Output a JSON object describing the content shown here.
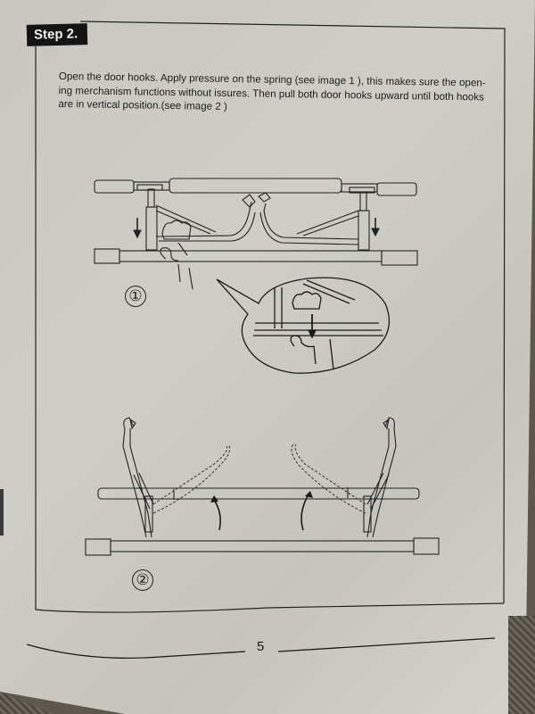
{
  "document": {
    "step_title": "Step 2.",
    "instruction_lines": [
      "Open the door hooks. Apply pressure on the spring (see image 1 ), this makes sure the open-",
      "ing merchanism functions without issures.  Then pull both door hooks upward until both hooks",
      "are in vertical position.(see image 2 )"
    ],
    "figures": [
      {
        "label": "①",
        "description": "Pull-up bar with door hooks folded inward; hand pressing spring, down arrows; magnified callout of hand pressing spring"
      },
      {
        "label": "②",
        "description": "Pull-up bar with door hooks raised to vertical position; dashed previous positions and curved upward arrows"
      }
    ],
    "page_number": "5"
  },
  "colors": {
    "paper": "#cbcac2",
    "ink": "#1c1c1c",
    "tab_background": "#141414",
    "tab_text": "#f1f1ec"
  }
}
